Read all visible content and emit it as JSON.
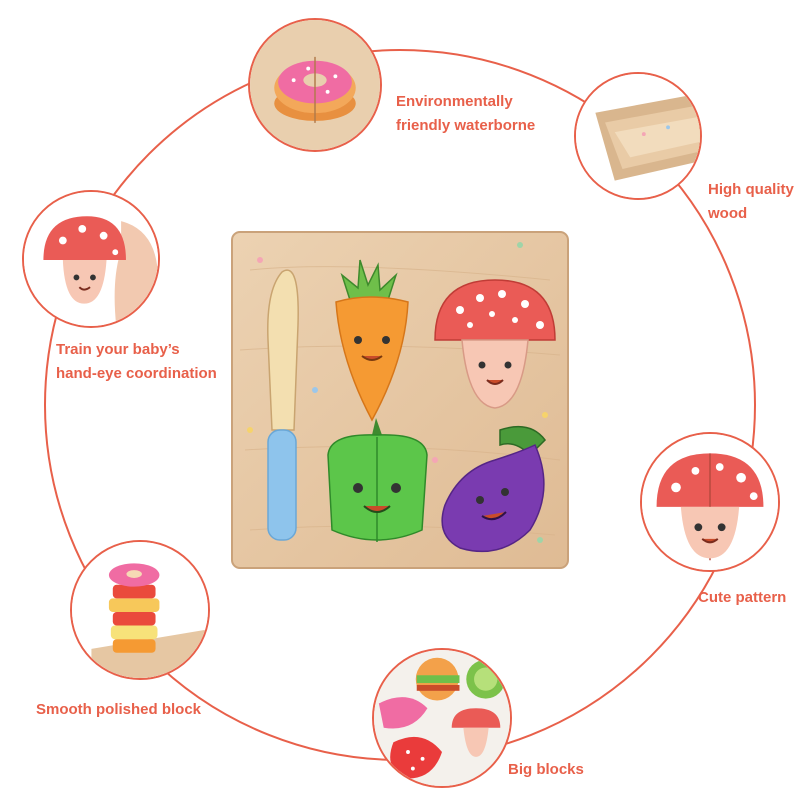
{
  "features": [
    {
      "id": "waterborne",
      "line1": "Environmentally",
      "line2": "friendly waterborne"
    },
    {
      "id": "wood",
      "line1": "High quality",
      "line2": "wood"
    },
    {
      "id": "coordination",
      "line1": "Train your baby’s",
      "line2": "hand-eye coordination"
    },
    {
      "id": "cute",
      "line1": "Cute pattern",
      "line2": ""
    },
    {
      "id": "polished",
      "line1": "Smooth polished block",
      "line2": ""
    },
    {
      "id": "big",
      "line1": "Big blocks",
      "line2": ""
    }
  ],
  "colors": {
    "accent": "#e8604a",
    "wood": "#e6c7a3",
    "wood_dark": "#d4ae86"
  },
  "board": {
    "pieces": [
      "knife-piece",
      "carrot-piece",
      "mushroom-piece",
      "pepper-piece",
      "eggplant-piece"
    ]
  }
}
